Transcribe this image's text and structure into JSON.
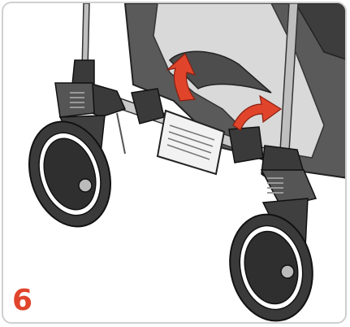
{
  "instruction": {
    "step_number": "6",
    "accent_color": "#e0452c",
    "illustration": "stroller-front-wheels-footrest",
    "arrows": [
      "curved-arrow-up-left",
      "curved-arrow-right"
    ]
  }
}
